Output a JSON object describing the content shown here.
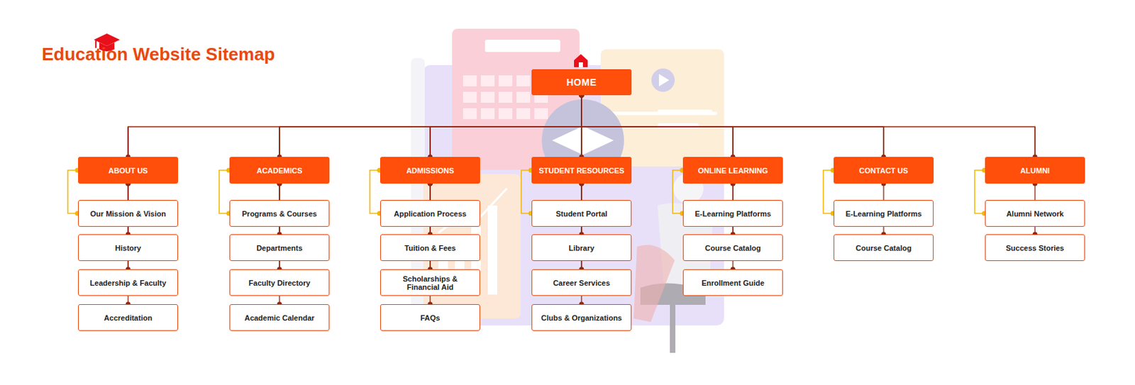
{
  "diagram": {
    "title": "Education Website Sitemap",
    "nodes": [
      {
        "text": [
          "HOME"
        ]
      },
      {
        "text": [
          "ABOUT US"
        ]
      },
      {
        "text": [
          "Our Mission & Vision"
        ]
      },
      {
        "text": [
          "History"
        ]
      },
      {
        "text": [
          "Leadership & Faculty"
        ]
      },
      {
        "text": [
          "Accreditation"
        ]
      },
      {
        "text": [
          "ACADEMICS"
        ]
      },
      {
        "text": [
          "Programs & Courses"
        ]
      },
      {
        "text": [
          "Departments"
        ]
      },
      {
        "text": [
          "Faculty Directory"
        ]
      },
      {
        "text": [
          "Academic Calendar"
        ]
      },
      {
        "text": [
          "ADMISSIONS"
        ]
      },
      {
        "text": [
          "Application Process"
        ]
      },
      {
        "text": [
          "Tuition & Fees"
        ]
      },
      {
        "text": [
          "Scholarships & Financial Aid"
        ]
      },
      {
        "text": [
          "FAQs"
        ]
      },
      {
        "text": [
          "STUDENT RESOURCES"
        ]
      },
      {
        "text": [
          "Student Portal"
        ]
      },
      {
        "text": [
          "Library"
        ]
      },
      {
        "text": [
          "Career Services"
        ]
      },
      {
        "text": [
          "Clubs & Organizations"
        ]
      },
      {
        "text": [
          "ONLINE LEARNING"
        ]
      },
      {
        "text": [
          "E-Learning Platforms"
        ]
      },
      {
        "text": [
          "Course Catalog"
        ]
      },
      {
        "text": [
          "Enrollment Guide"
        ]
      },
      {
        "text": [
          "CONTACT US"
        ]
      },
      {
        "text": [
          "E-Learning Platforms"
        ]
      },
      {
        "text": [
          "Course Catalog"
        ]
      },
      {
        "text": [
          "ALUMNI"
        ]
      },
      {
        "text": [
          "Alumni Network"
        ]
      },
      {
        "text": [
          "Success Stories"
        ]
      }
    ],
    "edges": [
      {
        "from": 0,
        "to": 1,
        "arrow": "none"
      },
      {
        "from": 0,
        "to": 6,
        "arrow": "none"
      },
      {
        "from": 0,
        "to": 11,
        "arrow": "none"
      },
      {
        "from": 0,
        "to": 16,
        "arrow": "none"
      },
      {
        "from": 0,
        "to": 21,
        "arrow": "none"
      },
      {
        "from": 0,
        "to": 25,
        "arrow": "none"
      },
      {
        "from": 0,
        "to": 28,
        "arrow": "none"
      },
      {
        "from": 1,
        "to": 2,
        "arrow": "none"
      },
      {
        "from": 1,
        "to": 3,
        "arrow": "none"
      },
      {
        "from": 1,
        "to": 4,
        "arrow": "none"
      },
      {
        "from": 1,
        "to": 5,
        "arrow": "none"
      },
      {
        "from": 6,
        "to": 7,
        "arrow": "none"
      },
      {
        "from": 6,
        "to": 8,
        "arrow": "none"
      },
      {
        "from": 6,
        "to": 9,
        "arrow": "none"
      },
      {
        "from": 6,
        "to": 10,
        "arrow": "none"
      },
      {
        "from": 11,
        "to": 12,
        "arrow": "none"
      },
      {
        "from": 11,
        "to": 13,
        "arrow": "none"
      },
      {
        "from": 11,
        "to": 14,
        "arrow": "none"
      },
      {
        "from": 11,
        "to": 15,
        "arrow": "none"
      },
      {
        "from": 16,
        "to": 17,
        "arrow": "none"
      },
      {
        "from": 16,
        "to": 18,
        "arrow": "none"
      },
      {
        "from": 16,
        "to": 19,
        "arrow": "none"
      },
      {
        "from": 16,
        "to": 20,
        "arrow": "none"
      },
      {
        "from": 21,
        "to": 22,
        "arrow": "none"
      },
      {
        "from": 21,
        "to": 23,
        "arrow": "none"
      },
      {
        "from": 21,
        "to": 24,
        "arrow": "none"
      },
      {
        "from": 25,
        "to": 26,
        "arrow": "none"
      },
      {
        "from": 25,
        "to": 27,
        "arrow": "none"
      },
      {
        "from": 28,
        "to": 29,
        "arrow": "none"
      },
      {
        "from": 28,
        "to": 30,
        "arrow": "none"
      }
    ]
  }
}
